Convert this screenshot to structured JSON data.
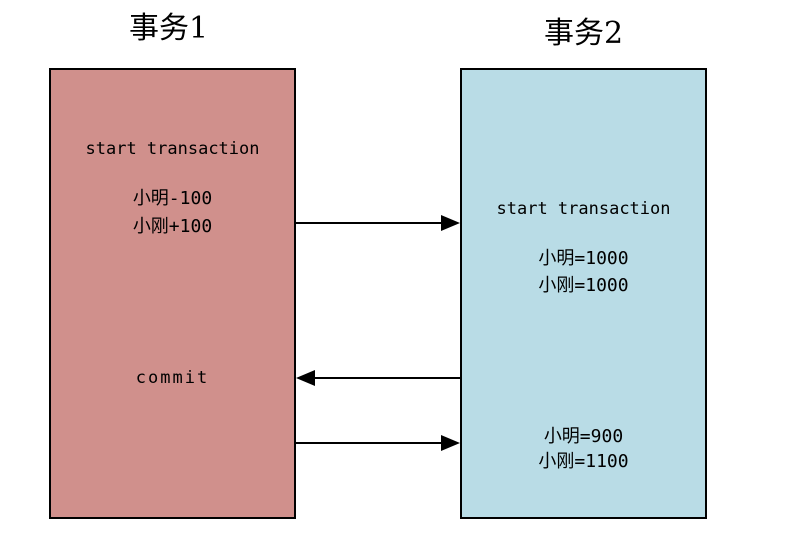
{
  "diagram": {
    "background": "#ffffff",
    "colors": {
      "transaction1_fill": "#d0908c",
      "transaction2_fill": "#b9dce6",
      "box_border": "#000000",
      "arrow": "#000000",
      "text": "#000000"
    },
    "transaction1": {
      "title": "事务1",
      "start_label": "start transaction",
      "operations": "小明-100\n小刚+100",
      "commit_label": "commit"
    },
    "transaction2": {
      "title": "事务2",
      "start_label": "start transaction",
      "first_read": "小明=1000\n小刚=1000",
      "second_read": "小明=900\n小刚=1100"
    },
    "arrows": [
      {
        "from": "transaction1",
        "to": "transaction2",
        "direction": "right"
      },
      {
        "from": "transaction2",
        "to": "transaction1",
        "direction": "left"
      },
      {
        "from": "transaction1",
        "to": "transaction2",
        "direction": "right"
      }
    ]
  }
}
